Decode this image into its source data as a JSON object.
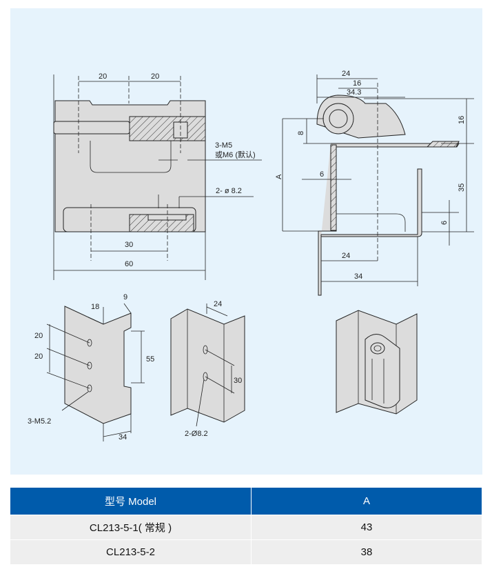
{
  "front_view": {
    "dim_left_20": "20",
    "dim_right_20": "20",
    "thread_label_1": "3-M5",
    "thread_label_2": "或M6 (默认)",
    "hole_label": "2- ø 8.2",
    "dim_30": "30",
    "dim_60": "60"
  },
  "side_view": {
    "dim_24": "24",
    "dim_16_top": "16",
    "dim_34_3": "34.3",
    "dim_16_right": "16",
    "dim_8": "8",
    "dim_A": "A",
    "dim_6_left": "6",
    "dim_35": "35",
    "dim_6_right": "6",
    "dim_24_bottom": "24",
    "dim_34_bottom": "34"
  },
  "leaf_left": {
    "dim_18": "18",
    "dim_9": "9",
    "dim_20_a": "20",
    "dim_20_b": "20",
    "dim_55": "55",
    "hole_label": "3-M5.2",
    "dim_34": "34"
  },
  "leaf_right": {
    "dim_24": "24",
    "dim_30": "30",
    "hole_label": "2-Ø8.2"
  },
  "table": {
    "headers": [
      "型号 Model",
      "A"
    ],
    "rows": [
      {
        "model": "CL213-5-1( 常规 )",
        "a": "43"
      },
      {
        "model": "CL213-5-2",
        "a": "38"
      }
    ]
  },
  "colors": {
    "background": "#e6f3fc",
    "header": "#005bab",
    "row": "#eeeeee"
  }
}
